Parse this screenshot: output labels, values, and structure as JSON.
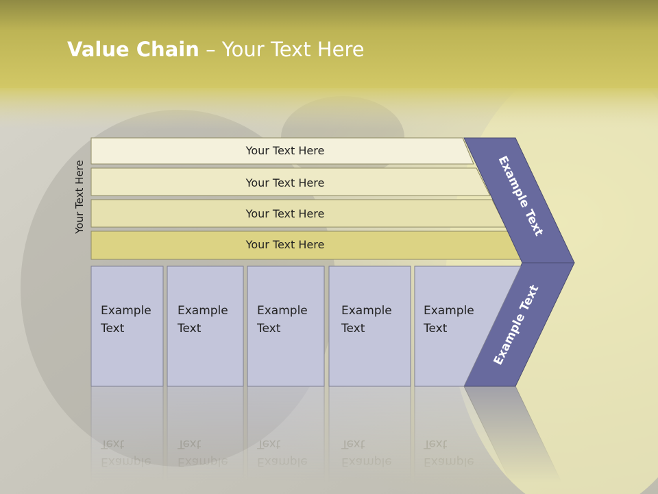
{
  "slide": {
    "title_bold": "Value Chain",
    "title_rest": " – Your Text Here",
    "side_label": "Your Text Here"
  },
  "rows": [
    {
      "label": "Your Text Here"
    },
    {
      "label": "Your Text Here"
    },
    {
      "label": "Your Text Here"
    },
    {
      "label": "Your Text Here"
    }
  ],
  "columns": [
    {
      "line1": "Example",
      "line2": "Text"
    },
    {
      "line1": "Example",
      "line2": "Text"
    },
    {
      "line1": "Example",
      "line2": "Text"
    },
    {
      "line1": "Example",
      "line2": "Text"
    },
    {
      "line1": "Example",
      "line2": "Text"
    }
  ],
  "chevron": {
    "upper_label": "Example Text",
    "lower_label": "Example Text"
  },
  "colors": {
    "header_band": "#c9bf58",
    "row_1": "#f4f1dc",
    "row_2": "#eeeac6",
    "row_3": "#e6e1b0",
    "row_4": "#dcd384",
    "column_fill": "#c3c5da",
    "chevron_fill": "#686a9e"
  }
}
